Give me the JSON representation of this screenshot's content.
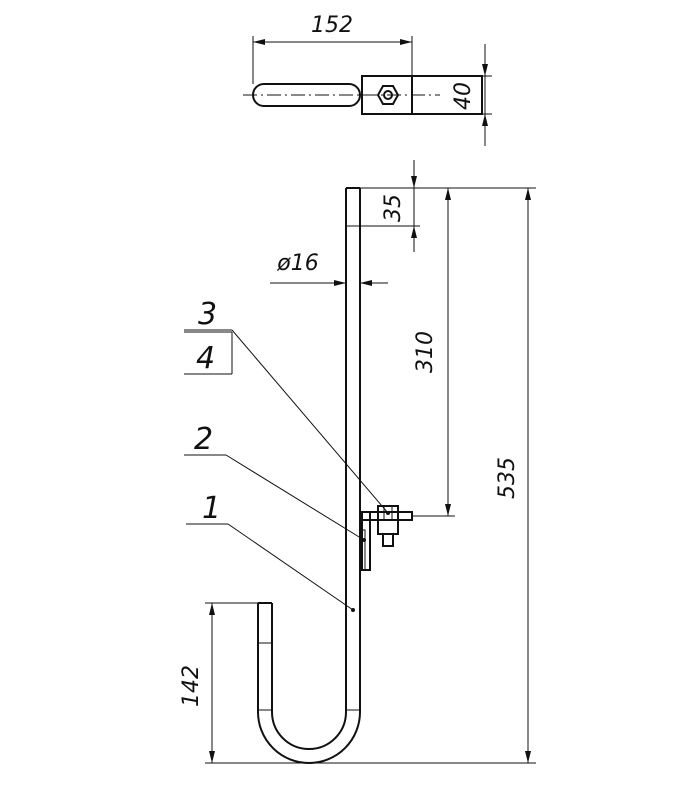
{
  "dimensions": {
    "top_width": "152",
    "top_height": "40",
    "top_segment": "35",
    "diameter": "ø16",
    "pin_to_bracket": "310",
    "overall_height": "535",
    "hook_height": "142"
  },
  "callouts": {
    "item_3": "3",
    "item_4": "4",
    "item_2": "2",
    "item_1": "1"
  }
}
